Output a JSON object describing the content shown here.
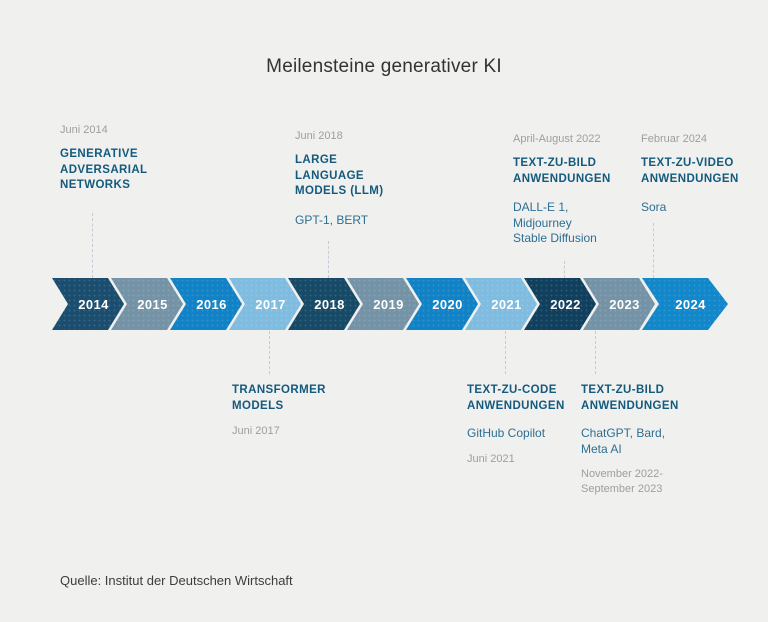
{
  "title": "Meilensteine generativer KI",
  "source": "Quelle: Institut der Deutschen Wirtschaft",
  "colors": {
    "background": "#f0f0ee",
    "navy": "#1b4e6e",
    "navy_dark": "#174a67",
    "navy_darkest": "#11405f",
    "slate": "#7493a6",
    "bright_blue": "#1182c5",
    "light_blue": "#7fbcdf",
    "milestone_title": "#135a7e",
    "examples_text": "#2d6f94",
    "date_text": "#9e9e9e"
  },
  "timeline": {
    "years": [
      {
        "label": "2014",
        "color": "#1b4e6e"
      },
      {
        "label": "2015",
        "color": "#7493a6"
      },
      {
        "label": "2016",
        "color": "#1182c5"
      },
      {
        "label": "2017",
        "color": "#7fbcdf"
      },
      {
        "label": "2018",
        "color": "#174a67"
      },
      {
        "label": "2019",
        "color": "#7493a6"
      },
      {
        "label": "2020",
        "color": "#1182c5"
      },
      {
        "label": "2021",
        "color": "#7fbcdf"
      },
      {
        "label": "2022",
        "color": "#11405f"
      },
      {
        "label": "2023",
        "color": "#7493a6"
      },
      {
        "label": "2024",
        "color": "#1287ca"
      }
    ]
  },
  "milestones": {
    "top": [
      {
        "date": "Juni 2014",
        "title": "GENERATIVE\nADVERSARIAL\nNETWORKS",
        "examples": ""
      },
      {
        "date": "Juni 2018",
        "title": "LARGE\nLANGUAGE\nMODELS (LLM)",
        "examples": "GPT-1, BERT"
      },
      {
        "date": "April-August 2022",
        "title": "TEXT-ZU-BILD\nANWENDUNGEN",
        "examples": "DALL-E 1,\nMidjourney\nStable Diffusion"
      },
      {
        "date": "Februar 2024",
        "title": "TEXT-ZU-VIDEO\nANWENDUNGEN",
        "examples": "Sora"
      }
    ],
    "bottom": [
      {
        "title": "TRANSFORMER\nMODELS",
        "examples": "",
        "date": "Juni 2017"
      },
      {
        "title": "TEXT-ZU-CODE\nANWENDUNGEN",
        "examples": "GitHub Copilot",
        "date": "Juni 2021"
      },
      {
        "title": "TEXT-ZU-BILD\nANWENDUNGEN",
        "examples": "ChatGPT, Bard,\nMeta AI",
        "date": "November 2022-\nSeptember 2023"
      }
    ]
  }
}
